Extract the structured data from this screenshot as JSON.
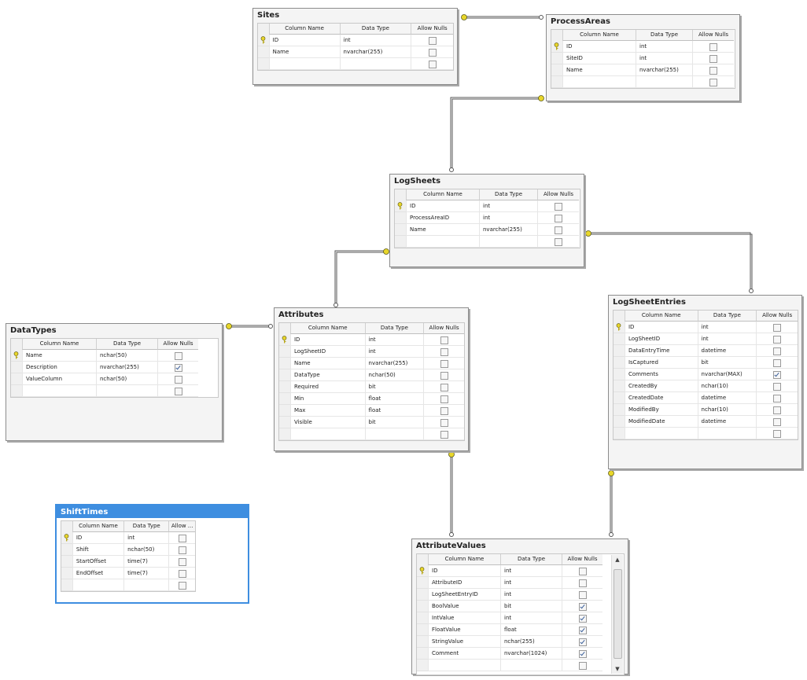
{
  "header_labels": {
    "column_name": "Column Name",
    "data_type": "Data Type",
    "allow_nulls": "Allow Nulls",
    "allow_nulls_short": "Allow ..."
  },
  "tables": {
    "sites": {
      "title": "Sites",
      "rows": [
        {
          "name": "ID",
          "type": "int",
          "nulls": false,
          "pk": true
        },
        {
          "name": "Name",
          "type": "nvarchar(255)",
          "nulls": false,
          "pk": false
        },
        {
          "name": "",
          "type": "",
          "nulls": false,
          "pk": false
        }
      ]
    },
    "processareas": {
      "title": "ProcessAreas",
      "rows": [
        {
          "name": "ID",
          "type": "int",
          "nulls": false,
          "pk": true
        },
        {
          "name": "SiteID",
          "type": "int",
          "nulls": false,
          "pk": false
        },
        {
          "name": "Name",
          "type": "nvarchar(255)",
          "nulls": false,
          "pk": false
        },
        {
          "name": "",
          "type": "",
          "nulls": false,
          "pk": false
        }
      ]
    },
    "logsheets": {
      "title": "LogSheets",
      "rows": [
        {
          "name": "ID",
          "type": "int",
          "nulls": false,
          "pk": true
        },
        {
          "name": "ProcessAreaID",
          "type": "int",
          "nulls": false,
          "pk": false
        },
        {
          "name": "Name",
          "type": "nvarchar(255)",
          "nulls": false,
          "pk": false
        },
        {
          "name": "",
          "type": "",
          "nulls": false,
          "pk": false
        }
      ]
    },
    "datatypes": {
      "title": "DataTypes",
      "rows": [
        {
          "name": "Name",
          "type": "nchar(50)",
          "nulls": false,
          "pk": true
        },
        {
          "name": "Description",
          "type": "nvarchar(255)",
          "nulls": true,
          "pk": false
        },
        {
          "name": "ValueColumn",
          "type": "nchar(50)",
          "nulls": false,
          "pk": false
        },
        {
          "name": "",
          "type": "",
          "nulls": false,
          "pk": false
        }
      ]
    },
    "attributes": {
      "title": "Attributes",
      "rows": [
        {
          "name": "ID",
          "type": "int",
          "nulls": false,
          "pk": true
        },
        {
          "name": "LogSheetID",
          "type": "int",
          "nulls": false,
          "pk": false
        },
        {
          "name": "Name",
          "type": "nvarchar(255)",
          "nulls": false,
          "pk": false
        },
        {
          "name": "DataType",
          "type": "nchar(50)",
          "nulls": false,
          "pk": false
        },
        {
          "name": "Required",
          "type": "bit",
          "nulls": false,
          "pk": false
        },
        {
          "name": "Min",
          "type": "float",
          "nulls": false,
          "pk": false
        },
        {
          "name": "Max",
          "type": "float",
          "nulls": false,
          "pk": false
        },
        {
          "name": "Visible",
          "type": "bit",
          "nulls": false,
          "pk": false
        },
        {
          "name": "",
          "type": "",
          "nulls": false,
          "pk": false
        }
      ]
    },
    "logsheetentries": {
      "title": "LogSheetEntries",
      "rows": [
        {
          "name": "ID",
          "type": "int",
          "nulls": false,
          "pk": true
        },
        {
          "name": "LogSheetID",
          "type": "int",
          "nulls": false,
          "pk": false
        },
        {
          "name": "DataEntryTime",
          "type": "datetime",
          "nulls": false,
          "pk": false
        },
        {
          "name": "IsCaptured",
          "type": "bit",
          "nulls": false,
          "pk": false
        },
        {
          "name": "Comments",
          "type": "nvarchar(MAX)",
          "nulls": true,
          "pk": false
        },
        {
          "name": "CreatedBy",
          "type": "nchar(10)",
          "nulls": false,
          "pk": false
        },
        {
          "name": "CreatedDate",
          "type": "datetime",
          "nulls": false,
          "pk": false
        },
        {
          "name": "ModifiedBy",
          "type": "nchar(10)",
          "nulls": false,
          "pk": false
        },
        {
          "name": "ModifiedDate",
          "type": "datetime",
          "nulls": false,
          "pk": false
        },
        {
          "name": "",
          "type": "",
          "nulls": false,
          "pk": false
        }
      ]
    },
    "shifttimes": {
      "title": "ShiftTimes",
      "rows": [
        {
          "name": "ID",
          "type": "int",
          "nulls": false,
          "pk": true
        },
        {
          "name": "Shift",
          "type": "nchar(50)",
          "nulls": false,
          "pk": false
        },
        {
          "name": "StartOffset",
          "type": "time(7)",
          "nulls": false,
          "pk": false
        },
        {
          "name": "EndOffset",
          "type": "time(7)",
          "nulls": false,
          "pk": false
        },
        {
          "name": "",
          "type": "",
          "nulls": false,
          "pk": false
        }
      ]
    },
    "attributevalues": {
      "title": "AttributeValues",
      "rows": [
        {
          "name": "ID",
          "type": "int",
          "nulls": false,
          "pk": true
        },
        {
          "name": "AttributeID",
          "type": "int",
          "nulls": false,
          "pk": false
        },
        {
          "name": "LogSheetEntryID",
          "type": "int",
          "nulls": false,
          "pk": false
        },
        {
          "name": "BoolValue",
          "type": "bit",
          "nulls": true,
          "pk": false
        },
        {
          "name": "IntValue",
          "type": "int",
          "nulls": true,
          "pk": false
        },
        {
          "name": "FloatValue",
          "type": "float",
          "nulls": true,
          "pk": false
        },
        {
          "name": "StringValue",
          "type": "nchar(255)",
          "nulls": true,
          "pk": false
        },
        {
          "name": "Comment",
          "type": "nvarchar(1024)",
          "nulls": true,
          "pk": false
        },
        {
          "name": "",
          "type": "",
          "nulls": false,
          "pk": false
        }
      ]
    }
  },
  "colors": {
    "selection": "#3e8ee0",
    "key": "#d4c21a",
    "connector": "#555555"
  }
}
